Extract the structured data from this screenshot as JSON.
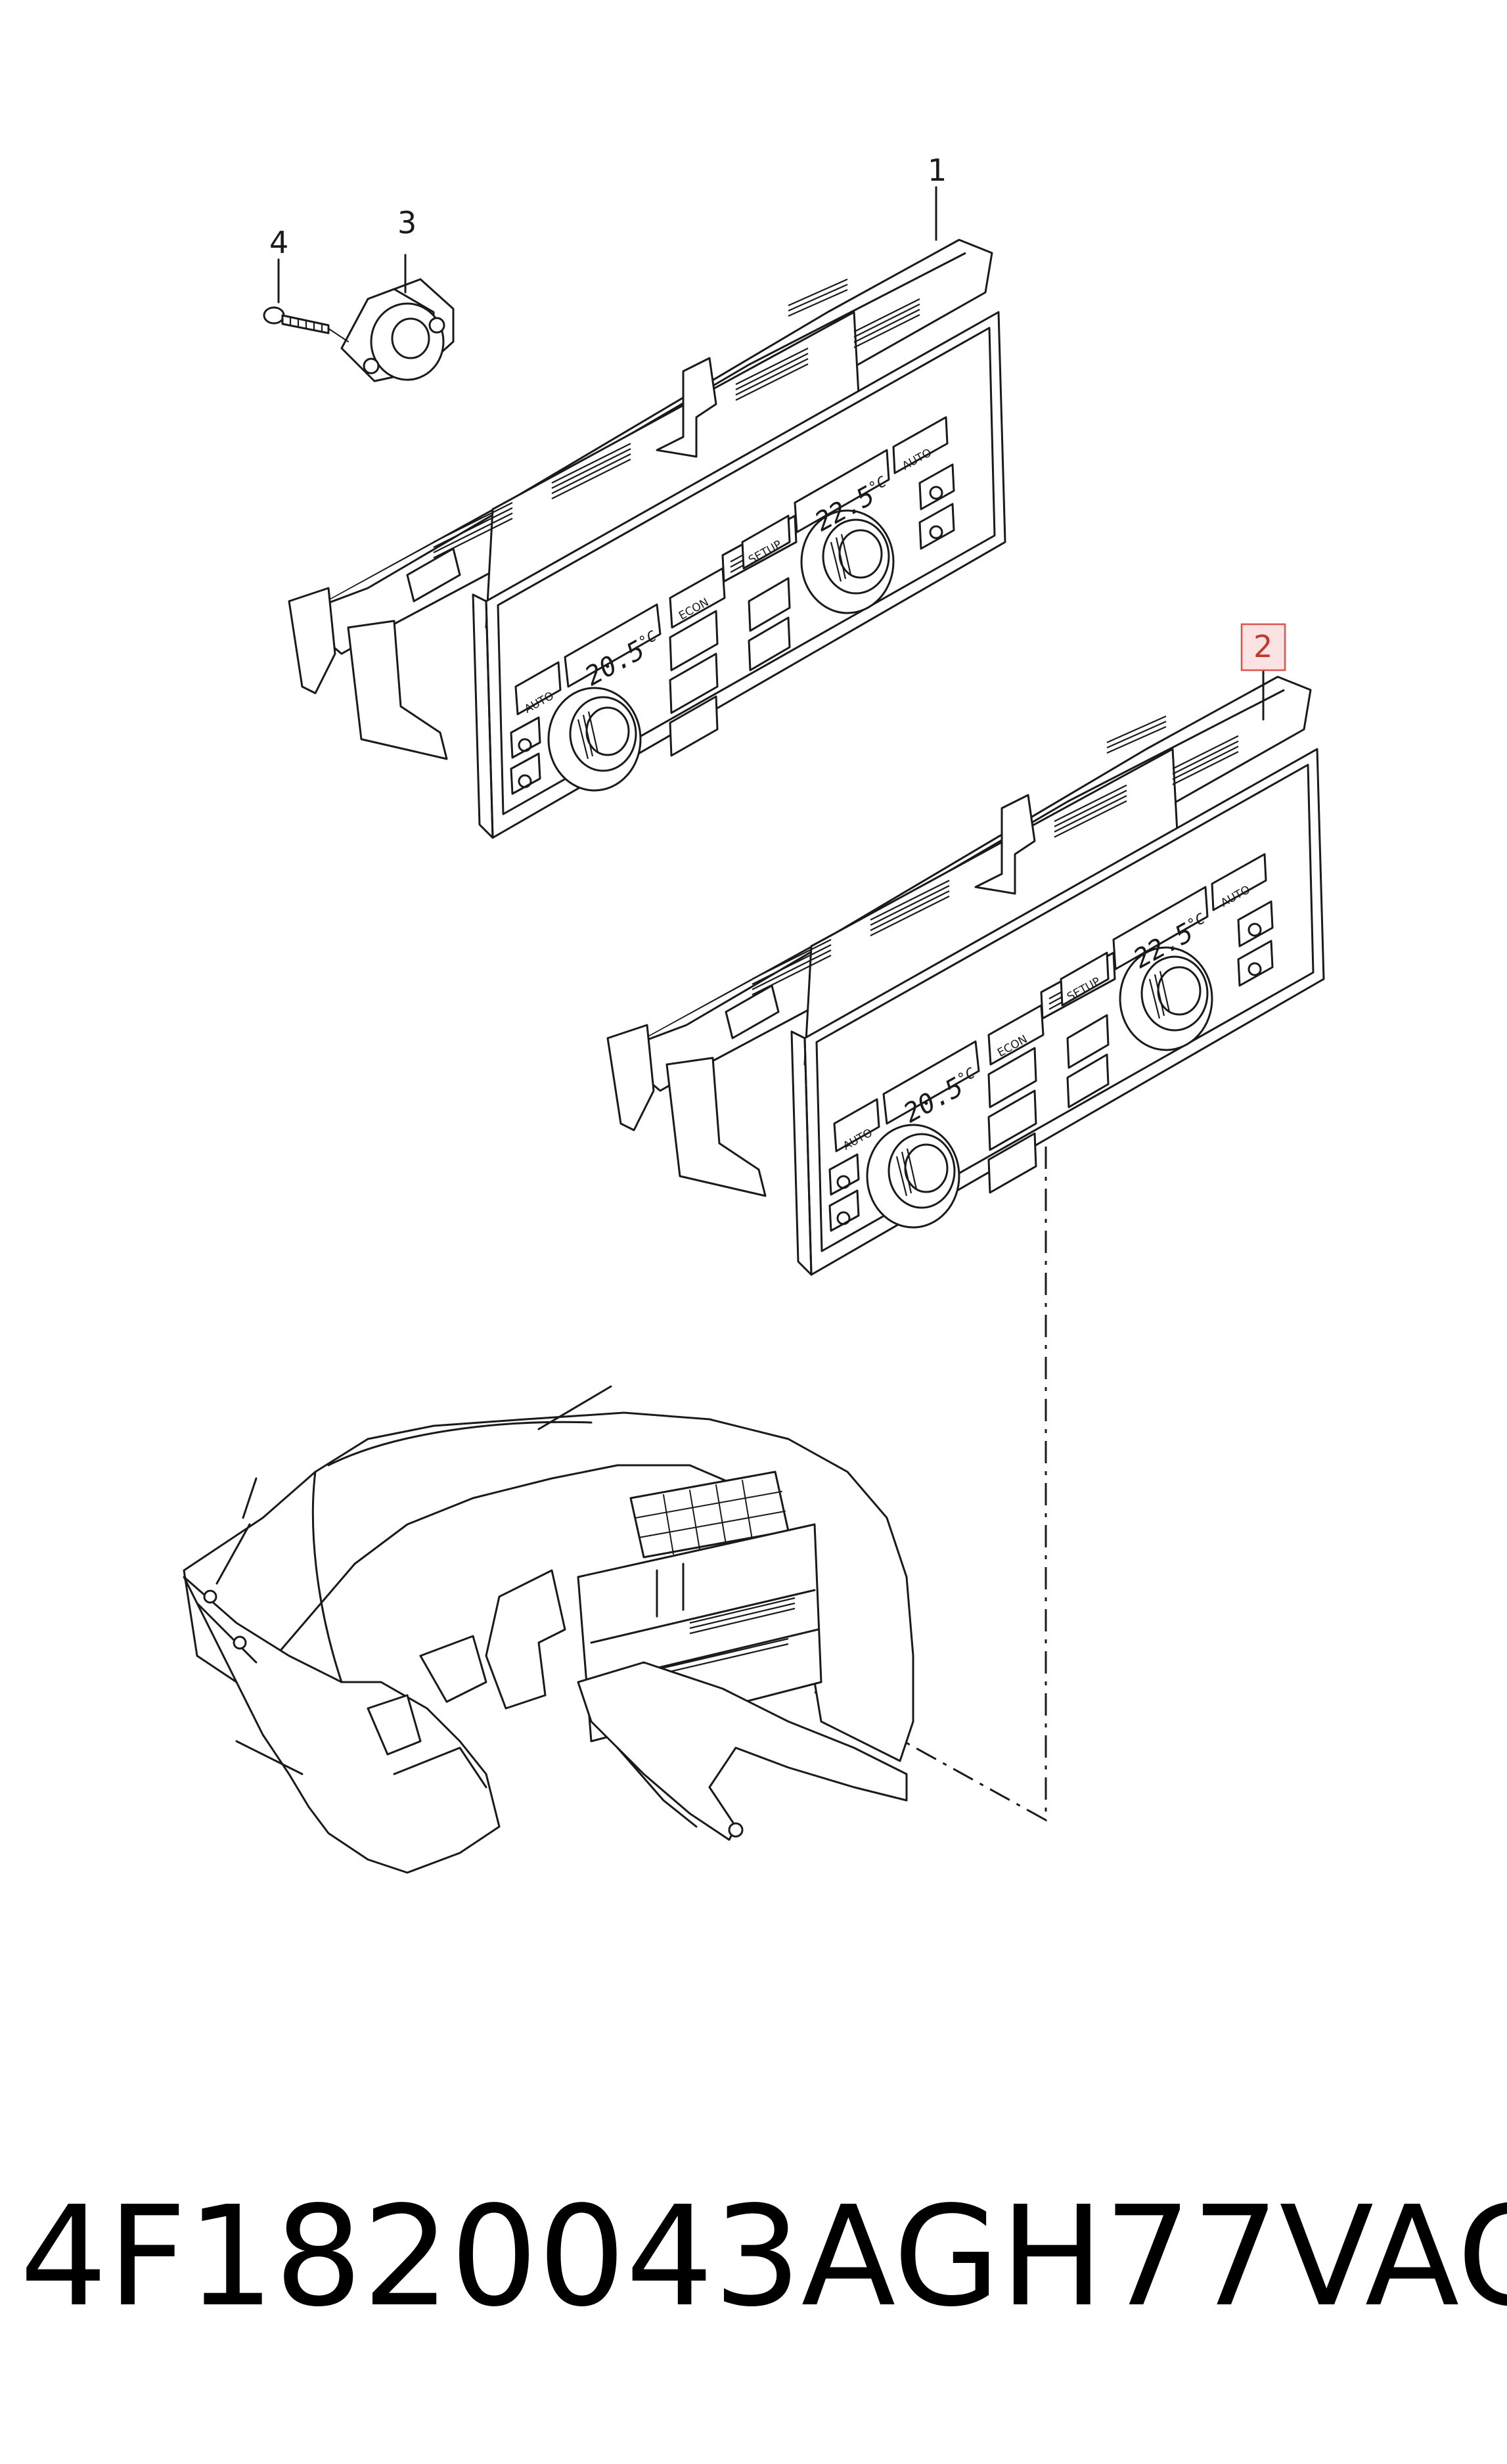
{
  "callouts": {
    "c1": "1",
    "c2": "2",
    "c3": "3",
    "c4": "4"
  },
  "panel": {
    "auto_left": "AUTO",
    "auto_right": "AUTO",
    "temp_left": "20.5",
    "temp_right": "22.5",
    "unit": "°C",
    "econ": "ECON",
    "setup": "SETUP"
  },
  "footer": {
    "part_number": "4F1820043AGH77",
    "brand": "VAG"
  },
  "colors": {
    "line": "#1a1a1a",
    "highlight_fill": "#fbe3e3",
    "highlight_stroke": "#d9534f"
  }
}
